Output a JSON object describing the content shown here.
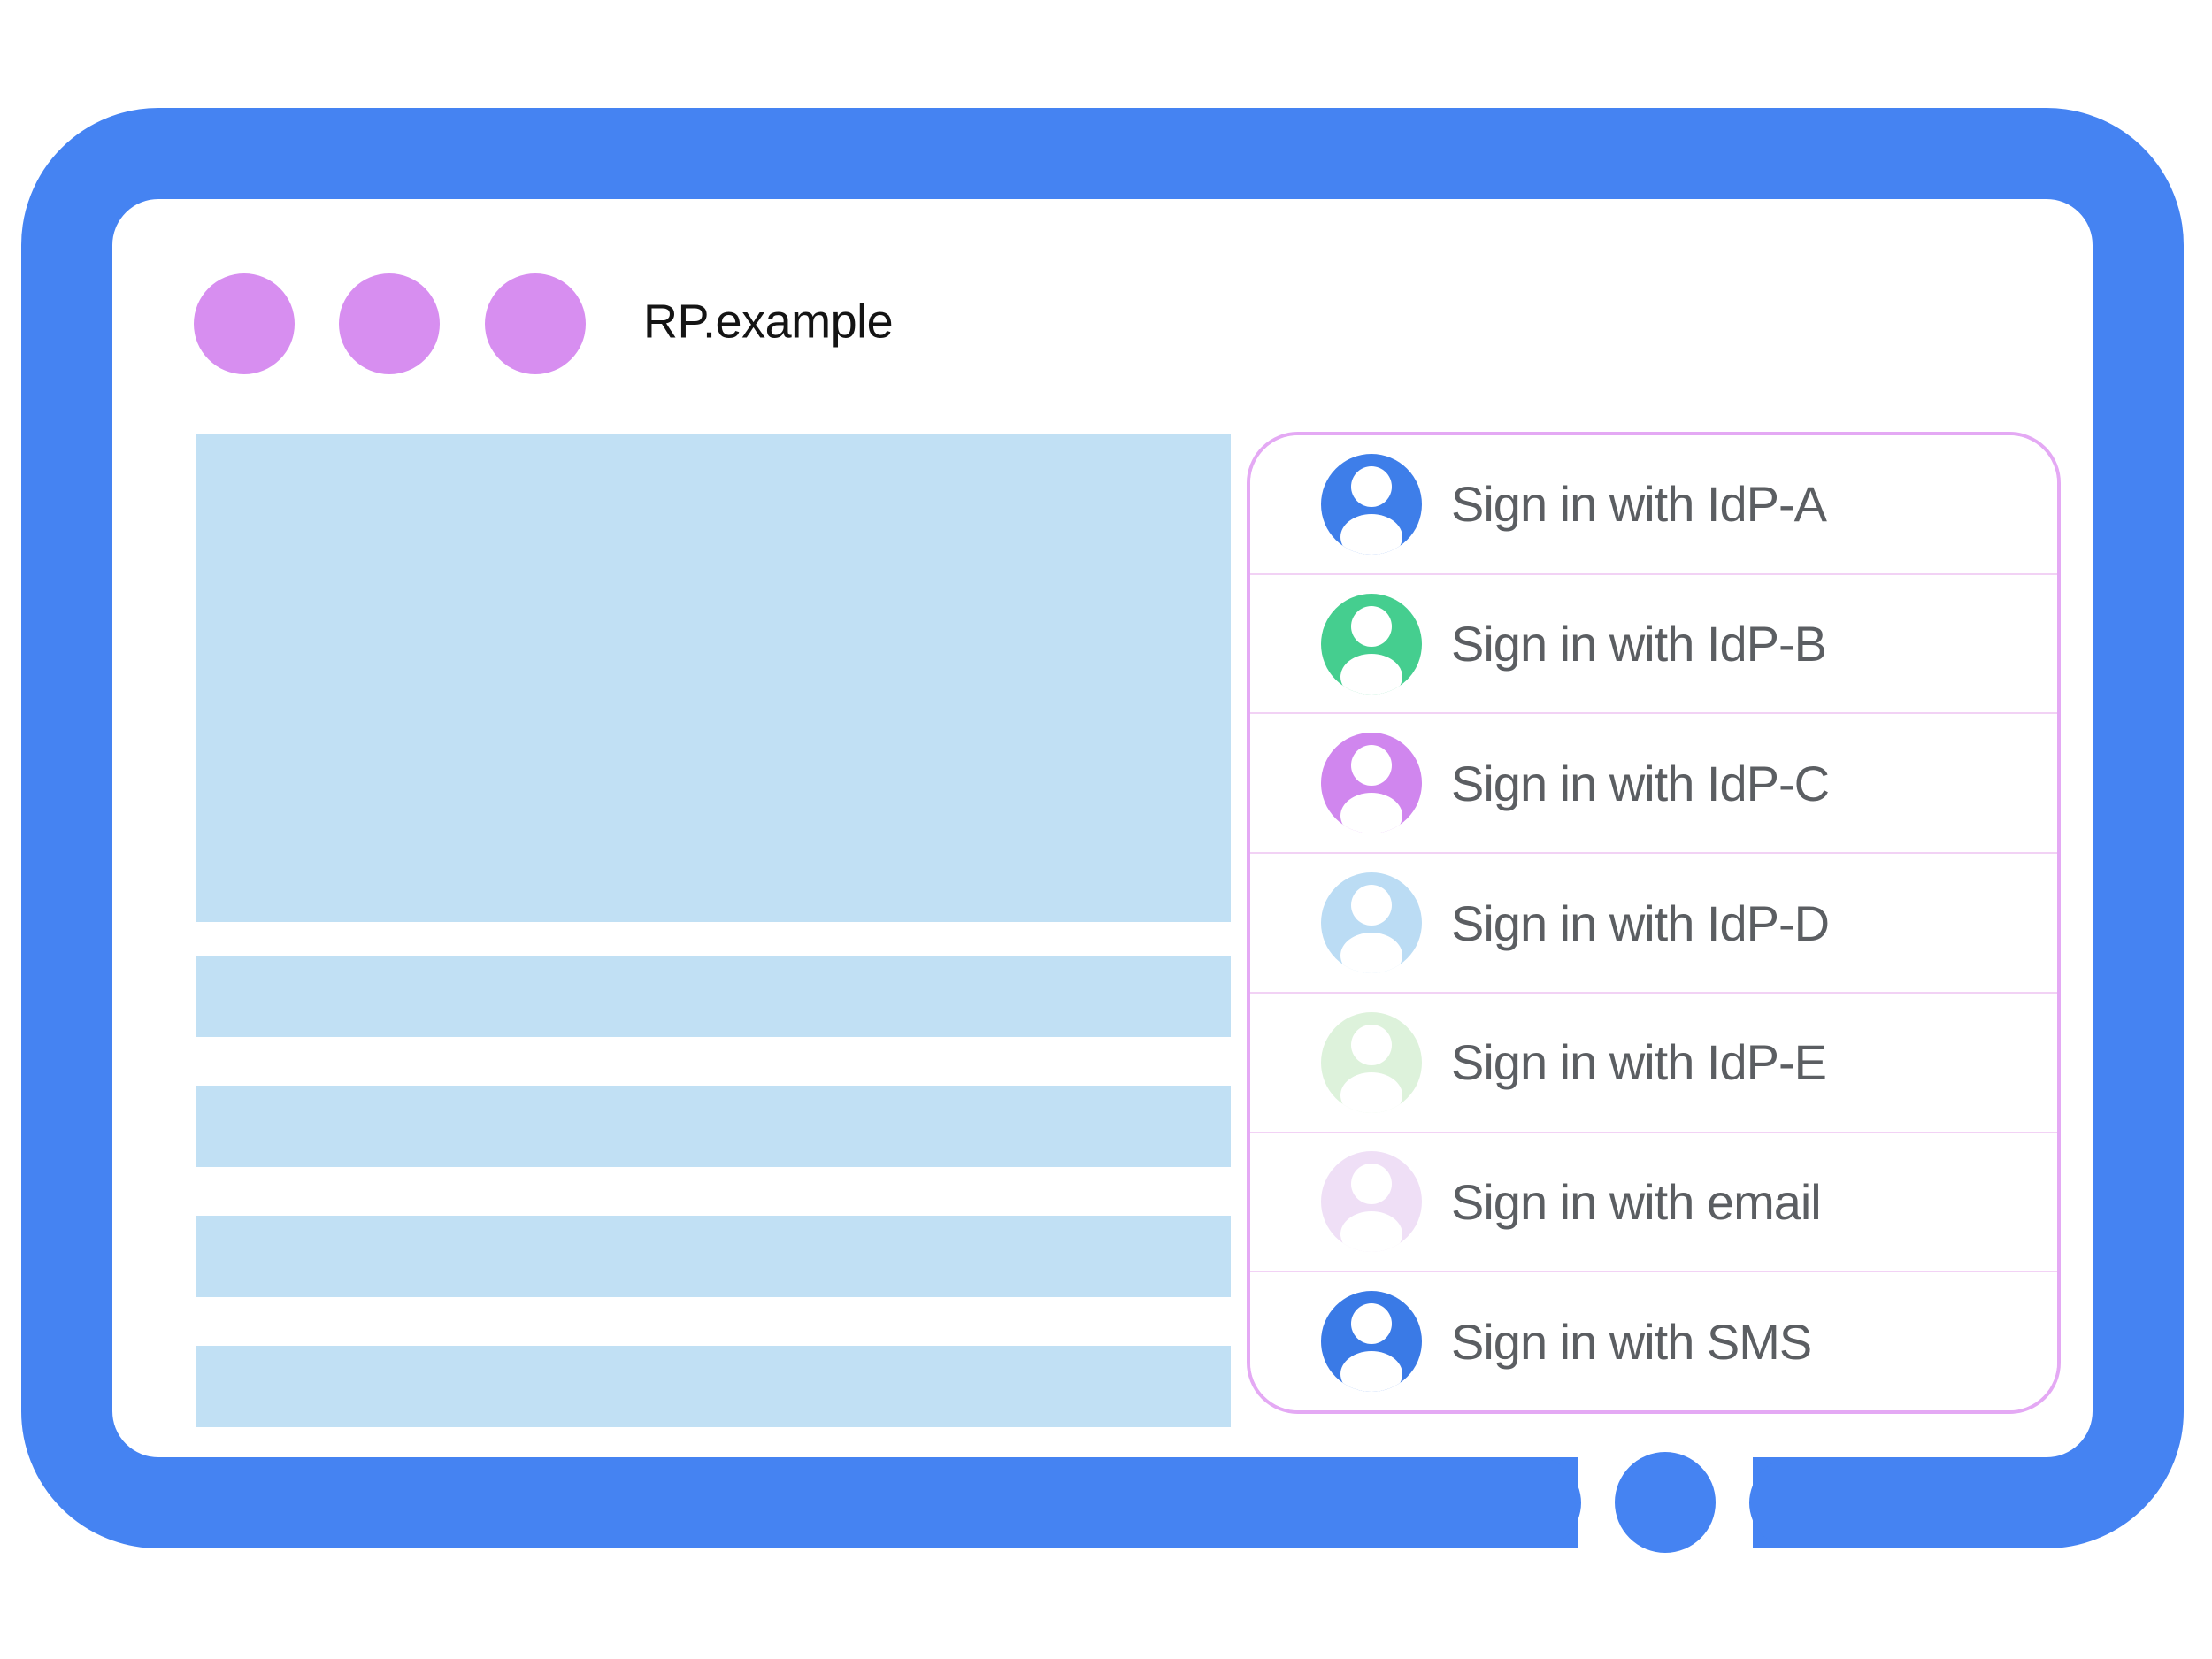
{
  "window": {
    "title": "RP.example"
  },
  "colors": {
    "frame_blue": "#4583F2",
    "dot_purple": "#D78EF0",
    "skeleton_blue": "#C1E0F4",
    "panel_border": "#E4A9F4",
    "separator_pink": "#F2D2F5",
    "label_gray": "#5B5E62"
  },
  "signin_panel": {
    "options": [
      {
        "label": "Sign in with IdP-A",
        "avatar_color": "#3E7EE9"
      },
      {
        "label": "Sign in with IdP-B",
        "avatar_color": "#45CE8F"
      },
      {
        "label": "Sign in with IdP-C",
        "avatar_color": "#D086EE"
      },
      {
        "label": "Sign in with IdP-D",
        "avatar_color": "#BBDCF4"
      },
      {
        "label": "Sign in with IdP-E",
        "avatar_color": "#DDF2DB"
      },
      {
        "label": "Sign in with email",
        "avatar_color": "#EFDFF6"
      },
      {
        "label": "Sign in with SMS",
        "avatar_color": "#3A7AE6"
      }
    ]
  }
}
